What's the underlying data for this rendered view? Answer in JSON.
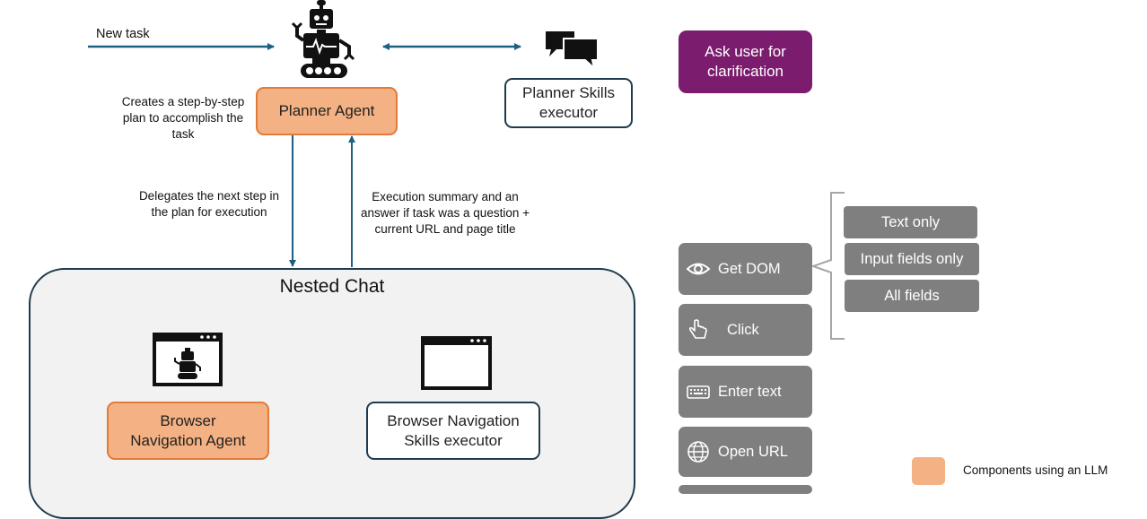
{
  "labels": {
    "new_task": "New task",
    "planner_desc": "Creates a step-by-step plan to accomplish the task",
    "delegates": "Delegates the next step in the plan for execution",
    "exec_summary": "Execution summary and an answer if task was a question + current URL and page title"
  },
  "boxes": {
    "planner_agent": "Planner Agent",
    "planner_skills": "Planner Skills executor",
    "ask_user": "Ask user for clarification",
    "nested_chat": "Nested Chat",
    "browser_agent": "Browser Navigation Agent",
    "browser_skills": "Browser Navigation Skills executor"
  },
  "tools": [
    {
      "label": "Get DOM",
      "icon": "eye-icon"
    },
    {
      "label": "Click",
      "icon": "pointer-hand-icon"
    },
    {
      "label": "Enter text",
      "icon": "keyboard-icon"
    },
    {
      "label": "Open URL",
      "icon": "globe-icon"
    }
  ],
  "dom_options": [
    "Text only",
    "Input fields only",
    "All fields"
  ],
  "legend": {
    "label": "Components using an LLM"
  },
  "colors": {
    "llm_fill": "#f4b183",
    "llm_border": "#e07b39",
    "arrow": "#1f5f84",
    "ask_user": "#7b1c6e",
    "tool_gray": "#7f7f7f",
    "exec_border": "#1f3b4d",
    "nested_bg": "#f2f2f2"
  }
}
